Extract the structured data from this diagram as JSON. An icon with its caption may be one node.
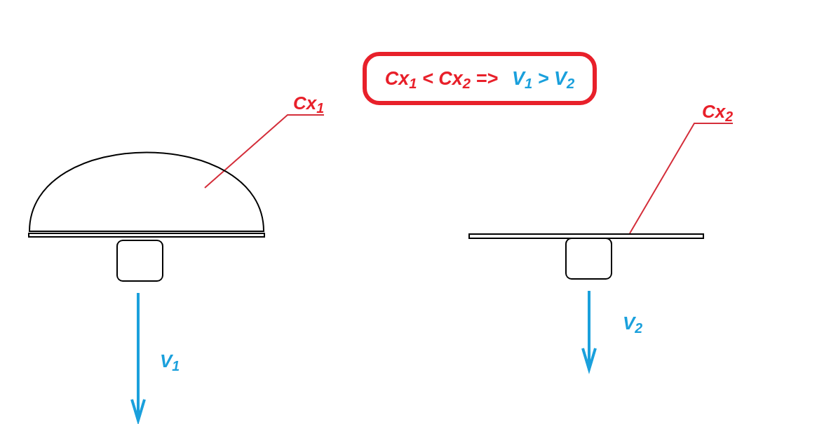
{
  "diagram": {
    "nodes": [
      {
        "text": [
          "Cx$_{1}$ < Cx$_{2}$ =>",
          "V$_{1}$ > V$_{2}$"
        ]
      },
      {
        "text": [
          "Cx$_{1}$"
        ]
      },
      {
        "text": [],
        "shape": "dome"
      },
      {
        "text": [
          "Cx$_{2}$"
        ]
      },
      {
        "text": [],
        "shape": "bar"
      }
    ],
    "edges": [
      {
        "from": 1,
        "to": 2,
        "arrow": "none",
        "color": "#d42e3a"
      },
      {
        "from": 3,
        "to": 4,
        "arrow": "none",
        "color": "#d42e3a"
      }
    ],
    "labels": [
      "V$_{1}$",
      "V$_{2}$"
    ]
  }
}
